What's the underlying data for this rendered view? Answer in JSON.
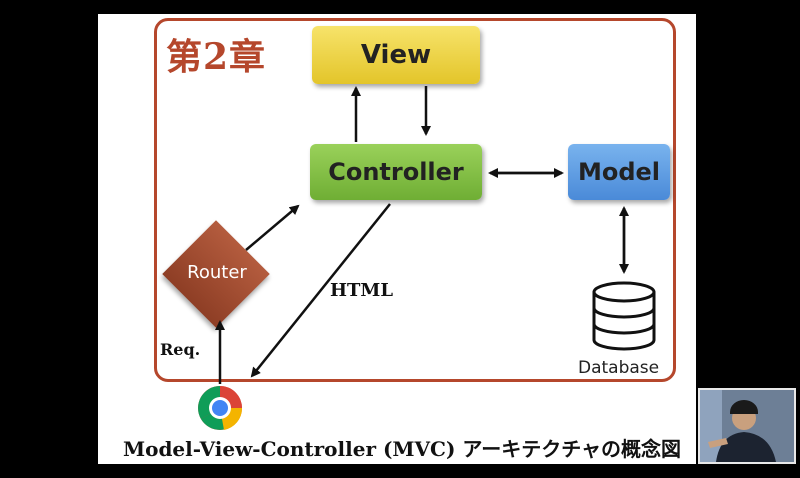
{
  "diagram": {
    "chapter": "第2章",
    "nodes": {
      "view": "View",
      "controller": "Controller",
      "model": "Model",
      "router": "Router",
      "database": "Database"
    },
    "edge_labels": {
      "html": "HTML",
      "req": "Req."
    },
    "caption": "Model-View-Controller (MVC) アーキテクチャの概念図"
  },
  "colors": {
    "frame": "#b5472c",
    "view": "#f0d84a",
    "controller": "#82c043",
    "model": "#5f9de4",
    "router": "#a04d31"
  },
  "icons": [
    "chrome-browser-icon",
    "database-icon"
  ]
}
